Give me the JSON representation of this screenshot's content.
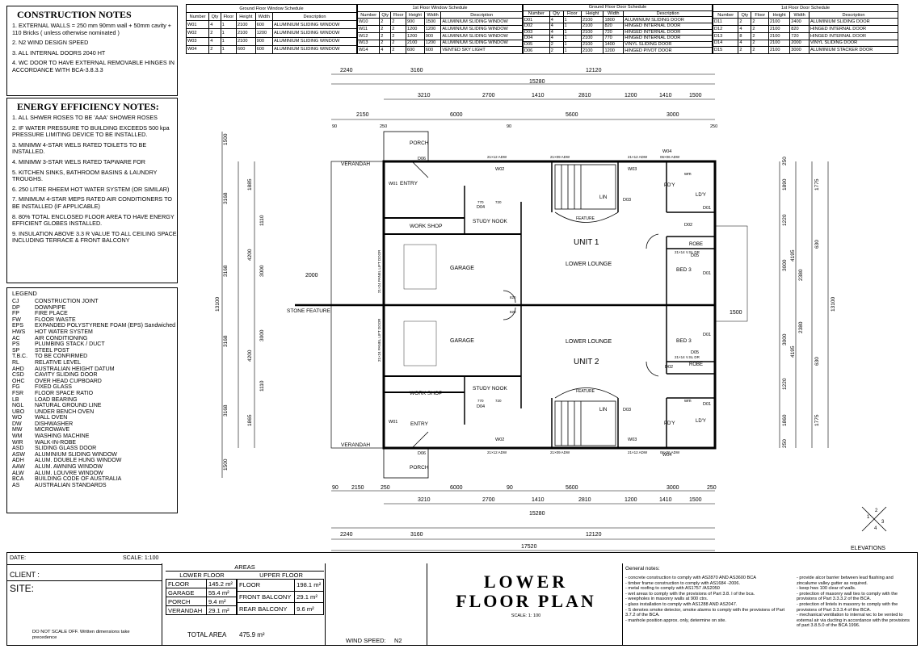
{
  "construction_notes": {
    "title": "CONSTRUCTION NOTES",
    "items": [
      "1. EXTERNAL WALLS = 250 mm 90mm wall + 50mm cavity + 110 Bricks ( unless otherwise nominated )",
      "2. N2 WIND DESIGN SPEED",
      "3. ALL INTERNAL DOORS 2040 HT",
      "4. WC DOOR TO HAVE EXTERNAL REMOVABLE HINGES IN ACCORDANCE WITH BCA-3.8.3.3"
    ]
  },
  "energy_notes": {
    "title": "ENERGY EFFICIENCY NOTES:",
    "items": [
      "1. ALL SHWER ROSES TO BE 'AAA' SHOWER ROSES",
      "2. IF WATER PRESSURE TO BUILDING EXCEEDS 500 kpa PRESSURE LIMITING DEVICE TO BE INSTALLED.",
      "3. MINIMW 4-STAR WELS RATED TOILETS TO BE INSTALLED.",
      "4. MINIMW 3-STAR WELS RATED TAPWARE FOR",
      "5. KITCHEN SINKS, BATHROOM BASINS & LAUNDRY TROUGHS.",
      "6. 250 LITRE RHEEM HOT WATER SYSTEM (OR SIMILAR)",
      "7. MINIMUM 4-STAR MEPS RATED AIR CONDITIONERS TO BE INSTALLED (IF APPLICABLE)",
      "8. 80% TOTAL ENCLOSED FLOOR AREA TO HAVE ENERGY EFFICIENT GLOBES INSTALLED.",
      "9. INSULATION ABOVE 3.3 R VALUE TO ALL CEILING SPACE INCLUDING TERRACE & FRONT BALCONY"
    ]
  },
  "legend": {
    "title": "LEGEND",
    "items": [
      [
        "CJ",
        "CONSTRUCTION JOINT"
      ],
      [
        "DP",
        "DOWNPIPE"
      ],
      [
        "FP",
        "FIRE PLACE"
      ],
      [
        "FW",
        "FLOOR WASTE"
      ],
      [
        "EPS",
        "EXPANDED POLYSTYRENE FOAM (EPS) Sandwiched"
      ],
      [
        "HWS",
        "HOT WATER SYSTEM"
      ],
      [
        "AC",
        "AIR CONDITIONING"
      ],
      [
        "PS",
        "PLUMBING STACK / DUCT"
      ],
      [
        "SP",
        "STEEL POST"
      ],
      [
        "T.B.C.",
        "TO BE CONFIRMED"
      ],
      [
        "RL",
        "RELATIVE LEVEL"
      ],
      [
        "AHD",
        "AUSTRALIAN HEIGHT DATUM"
      ],
      [
        "CSD",
        "CAVITY SLIDING DOOR"
      ],
      [
        "OHC",
        "OVER HEAD CUPBOARD"
      ],
      [
        "FG",
        "FIXED GLASS"
      ],
      [
        "FSR",
        "FLOOR SPACE RATIO"
      ],
      [
        "LB",
        "LOAD BEARING"
      ],
      [
        "NGL",
        "NATURAL GROUND LINE"
      ],
      [
        "UBO",
        "UNDER BENCH OVEN"
      ],
      [
        "WO",
        "WALL OVEN"
      ],
      [
        "DW",
        "DISHWASHER"
      ],
      [
        "MW",
        "MICROWAVE"
      ],
      [
        "WM",
        "WASHING MACHINE"
      ],
      [
        "WIR",
        "WALK-IN-ROBE"
      ],
      [
        "ASD",
        "SLIDING GLASS DOOR"
      ],
      [
        "ASW",
        "ALUMINIUM SLIDING WINDOW"
      ],
      [
        "ADH",
        "ALUM. DOUBLE HUNG WINDOW"
      ],
      [
        "AAW",
        "ALUM. AWNING WINDOW"
      ],
      [
        "ALW",
        "ALUM. LOUVRE WINDOW"
      ],
      [
        "BCA",
        "BUILDING CODE OF AUSTRALIA"
      ],
      [
        "AS",
        "AUSTRALIAN STANDARDS"
      ]
    ]
  },
  "schedules": [
    {
      "title": "Ground Floor Window Schedule",
      "headers": [
        "Number",
        "Qty",
        "Floor",
        "Height",
        "Width",
        "Description"
      ],
      "rows": [
        [
          "W01",
          "4",
          "1",
          "2100",
          "600",
          "ALUMINIUM SLIDING WINDOW"
        ],
        [
          "W02",
          "2",
          "1",
          "2100",
          "1200",
          "ALUMINIUM SLIDING WINDOW"
        ],
        [
          "W03",
          "4",
          "1",
          "2100",
          "900",
          "ALUMINIUM SLIDING WINDOW"
        ],
        [
          "W04",
          "2",
          "1",
          "600",
          "600",
          "ALUMINIUM SLIDING WINDOW"
        ]
      ]
    },
    {
      "title": "1st Floor Window Schedule",
      "headers": [
        "Number",
        "Qty",
        "Floor",
        "Height",
        "Width",
        "Description"
      ],
      "rows": [
        [
          "W10",
          "2",
          "2",
          "900",
          "1500",
          "ALUMINIUM SLIDING WINDOW"
        ],
        [
          "W11",
          "2",
          "2",
          "1200",
          "1200",
          "ALUMINIUM SLIDING WINDOW"
        ],
        [
          "W12",
          "2",
          "2",
          "1200",
          "900",
          "ALUMINIUM SLIDING WINDOW"
        ],
        [
          "W13",
          "2",
          "2",
          "2100",
          "1200",
          "ALUMINIUM SLIDING WINDOW"
        ],
        [
          "W14",
          "4",
          "2",
          "600",
          "600",
          "VENTED SKY LIGHT"
        ]
      ]
    },
    {
      "title": "Ground Floor Door Schedule",
      "headers": [
        "Number",
        "Qty",
        "Floor",
        "Height",
        "Width",
        "Description"
      ],
      "rows": [
        [
          "D01",
          "4",
          "1",
          "2100",
          "1800",
          "ALUMINIUM SLIDING DOOR"
        ],
        [
          "D02",
          "4",
          "1",
          "2100",
          "820",
          "HINGED INTERNAL DOOR"
        ],
        [
          "D03",
          "4",
          "1",
          "2100",
          "720",
          "HINGED INTERNAL DOOR"
        ],
        [
          "D04",
          "4",
          "1",
          "2100",
          "770",
          "HINGED INTERNAL DOOR"
        ],
        [
          "D05",
          "2",
          "1",
          "2100",
          "1400",
          "VINYL SLIDING DOOR"
        ],
        [
          "D06",
          "2",
          "1",
          "2100",
          "1200",
          "HINGED PIVOT DOOR"
        ]
      ]
    },
    {
      "title": "1st Floor Door Schedule",
      "headers": [
        "Number",
        "Qty",
        "Floor",
        "Height",
        "Width",
        "Description"
      ],
      "rows": [
        [
          "D11",
          "2",
          "2",
          "2100",
          "2400",
          "ALUMINIUM SLIDING DOOR"
        ],
        [
          "D12",
          "4",
          "2",
          "2100",
          "820",
          "HINGED INTERNAL DOOR"
        ],
        [
          "D13",
          "8",
          "2",
          "2100",
          "720",
          "HINGED INTERNAL DOOR"
        ],
        [
          "D14",
          "4",
          "2",
          "2100",
          "2000",
          "VINYL SLIDING DOOR"
        ],
        [
          "D15",
          "2",
          "2",
          "2100",
          "3000",
          "ALUMINIUM STACKER DOOR"
        ]
      ]
    }
  ],
  "plan": {
    "rooms": {
      "unit1": "UNIT 1",
      "unit2": "UNIT 2",
      "lower_lounge": "LOWER LOUNGE",
      "garage": "GARAGE",
      "work_shop": "WORK SHOP",
      "study_nook": "STUDY NOOK",
      "bed3": "BED 3",
      "entry": "ENTRY",
      "porch": "PORCH",
      "verandah": "VERANDAH",
      "robe": "ROBE",
      "lin": "LIN",
      "pdy": "PD'Y",
      "ldy": "LD'Y",
      "wm": "wm",
      "feature": "FEATURE",
      "stone_feature": "STONE FEATURE",
      "panel_lift": "21×24 PANEL LIFT DOOR"
    },
    "doors": [
      "D01",
      "D02",
      "D03",
      "D04",
      "D05",
      "D06",
      "W01",
      "W02",
      "W03",
      "W04"
    ],
    "dims": {
      "top1": [
        "2240",
        "3160",
        "12120"
      ],
      "top_total": "15280",
      "top2": [
        "3210",
        "2700",
        "1410",
        "2810",
        "1200",
        "1410",
        "1500"
      ],
      "top3": [
        "2150",
        "6000",
        "5600",
        "3000"
      ],
      "top_small": [
        "90",
        "250",
        "90",
        "250"
      ],
      "bottom_small": [
        "90",
        "2150",
        "250",
        "6000",
        "90",
        "5600",
        "3000",
        "250"
      ],
      "bottom2": [
        "3210",
        "2700",
        "1410",
        "2810",
        "1200",
        "1410",
        "1500"
      ],
      "bottom_total": "15280",
      "bottom1": [
        "2240",
        "3160",
        "12120"
      ],
      "bottom_overall": "17520",
      "left": [
        "1500",
        "3168",
        "3168",
        "3168",
        "3168",
        "1500"
      ],
      "left_inner": [
        "1885",
        "1110",
        "4200",
        "3000",
        "3000",
        "4200",
        "1110",
        "1865"
      ],
      "left_total": "13100",
      "right": [
        "250",
        "1890",
        "1220",
        "3000",
        "2380",
        "2380",
        "3000",
        "1220",
        "1860",
        "250"
      ],
      "right_inner": [
        "1775",
        "630",
        "630",
        "1775"
      ],
      "right_mid": [
        "4195",
        "4195"
      ],
      "right_total": "13100",
      "stone": "2000",
      "bed_ext": "1500",
      "window_tags": [
        "21×12 ADW",
        "21×09 ADW",
        "06×06 ADW",
        "21×06 ADW",
        "21×14 V.SL DR"
      ],
      "door_sizes": [
        "770",
        "720",
        "820"
      ]
    },
    "elevations": "ELEVATIONS",
    "compass_digits": [
      "1",
      "2",
      "3",
      "4"
    ]
  },
  "title_block": {
    "date_label": "DATE:",
    "scale_label": "SCALE: 1:100",
    "client_label": "CLIENT :",
    "site_label": "SITE:",
    "disclaimer": "DO NOT SCALE OFF. Written dimensions take precedence",
    "areas_title": "AREAS",
    "lower_floor": "LOWER FLOOR",
    "upper_floor": "UPPER FLOOR",
    "lower_rows": [
      [
        "FLOOR",
        "145.2 m²"
      ],
      [
        "GARAGE",
        "55.4 m²"
      ],
      [
        "PORCH",
        "9.4 m²"
      ],
      [
        "VERANDAH",
        "29.1 m²"
      ]
    ],
    "upper_rows": [
      [
        "FLOOR",
        "198.1 m²"
      ],
      [
        "FRONT BALCONY",
        "29.1 m²"
      ],
      [
        "REAR BALCONY",
        "9.6 m²"
      ]
    ],
    "total_area_label": "TOTAL AREA",
    "total_area_value": "475.9 m²",
    "wind_speed_label": "WIND SPEED:",
    "wind_speed_value": "N2",
    "plan_title_1": "LOWER",
    "plan_title_2": "FLOOR PLAN",
    "plan_scale": "SCALE: 1: 100",
    "general_notes_title": "General notes:",
    "general_notes_left": [
      "- concrete construction to comply with AS2870 AND AS3600 BCA",
      "- timber frame construction to comply with AS1684 -2006.",
      "- metal roofing to comply with AS1757 /AS2050",
      "- wet areas to comply with the provisions of  Part 3.8. l of the bca.",
      "- weepholes in masonry walls at 900 ctrs.",
      "- glass installation to comply with AS1288 AND AS2047.",
      "- S  denotes smoke detector, smoke alarms to comply with the provisions of Part 3.7.2 of the BCA.",
      "- manhole position approx. only, determine on site."
    ],
    "general_notes_right": [
      "- provide alcor barrier between lead flashing and zincalume valley gutter as required.",
      "- keep hws 100 clear of walls.",
      "- protection of masonry wall ties to comply with the provisions of Part 3.3.3.2 of the BCA.",
      "- protection of lintels in masonry to comply with the provisions of Part 3.3.3.4 of the BCA.",
      "- mechanical ventilation to internal wc to be vented to external air via ducting in accordance with the provisions of part 3.8.5.0 of the BCA 1996."
    ]
  }
}
